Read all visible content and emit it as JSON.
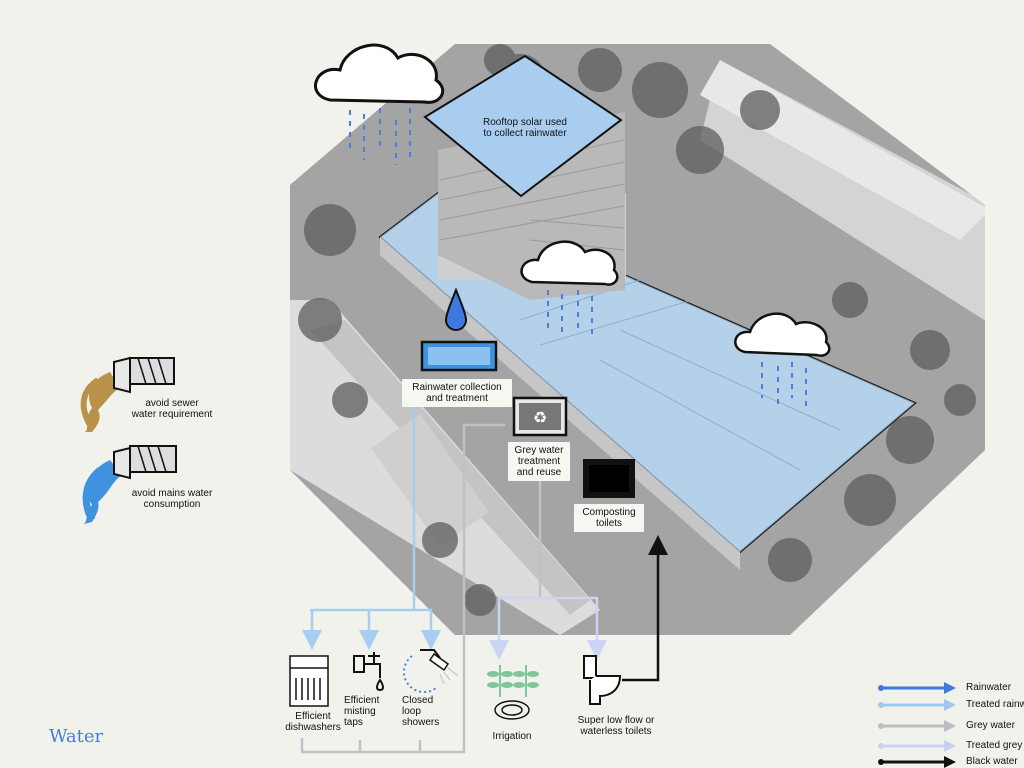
{
  "title": "Water",
  "labels": {
    "rooftop": [
      "Rooftop solar used",
      "to collect rainwater"
    ],
    "rain_collect": [
      "Rainwater collection",
      "and treatment"
    ],
    "grey_treat": [
      "Grey water",
      "treatment",
      "and reuse"
    ],
    "composting": [
      "Composting",
      "toilets"
    ],
    "sewer": [
      "avoid sewer",
      "water requirement"
    ],
    "mains": [
      "avoid mains water",
      "consumption"
    ],
    "dishwashers": [
      "Efficient",
      "dishwashers"
    ],
    "taps": [
      "Efficient",
      "misting",
      "taps"
    ],
    "showers": [
      "Closed",
      "loop",
      "showers"
    ],
    "irrigation": [
      "Irrigation"
    ],
    "toilets": [
      "Super low flow or",
      "waterless toilets"
    ]
  },
  "legend": [
    {
      "label": "Rainwater",
      "color": "#3f78e0"
    },
    {
      "label": "Treated rainw",
      "color": "#9fc8ee"
    },
    {
      "label": "Grey water",
      "color": "#bdbdc6"
    },
    {
      "label": "Treated grey",
      "color": "#c9d0f2"
    },
    {
      "label": "Black water",
      "color": "#111111"
    }
  ],
  "colors": {
    "rain": "#4a7fe0",
    "treated_rain": "#a7cdf0",
    "grey": "#c0c0c8",
    "treated_grey": "#cdd4f4",
    "black": "#111111",
    "glass": "#a9cdef",
    "sewer": "#b8924a",
    "mains": "#3f92e0"
  },
  "icons": [
    "cloud-icon",
    "rain-drop-icon",
    "tank-icon",
    "recycle-icon",
    "composter-icon",
    "pipe-icon",
    "dishwasher-icon",
    "tap-icon",
    "shower-icon",
    "plant-icon",
    "toilet-icon"
  ]
}
